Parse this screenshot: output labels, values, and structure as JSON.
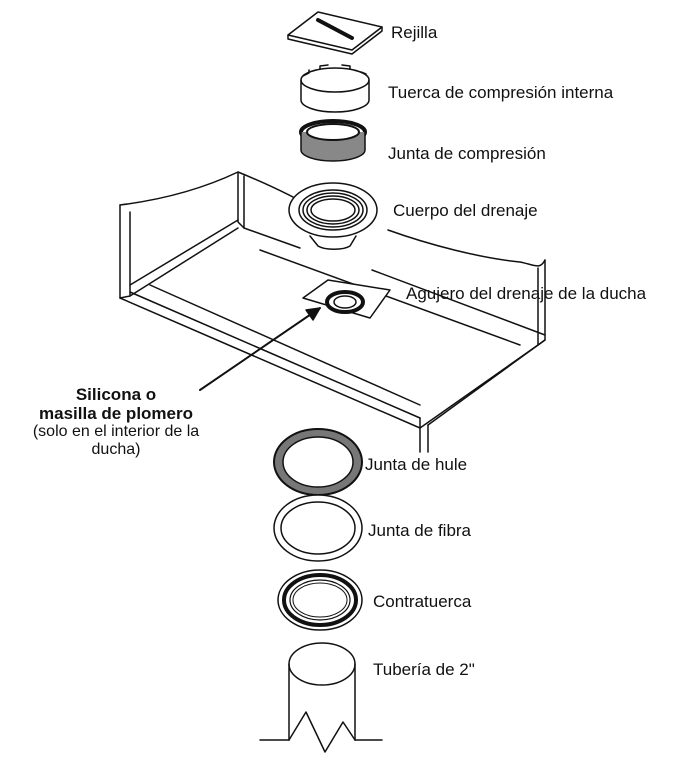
{
  "parts_top": {
    "rejilla": "Rejilla",
    "tuerca": "Tuerca de compresión interna",
    "junta_compresion": "Junta de compresión",
    "cuerpo": "Cuerpo del drenaje",
    "agujero": "Agujero del drenaje de la ducha"
  },
  "note": {
    "bold_line1": "Silicona o",
    "bold_line2": "masilla de plomero",
    "line3": "(solo en el interior de la",
    "line4": "ducha)"
  },
  "parts_bottom": {
    "hule": "Junta de hule",
    "fibra": "Junta de fibra",
    "contratuerca": "Contratuerca",
    "tuberia": "Tubería de 2\""
  }
}
